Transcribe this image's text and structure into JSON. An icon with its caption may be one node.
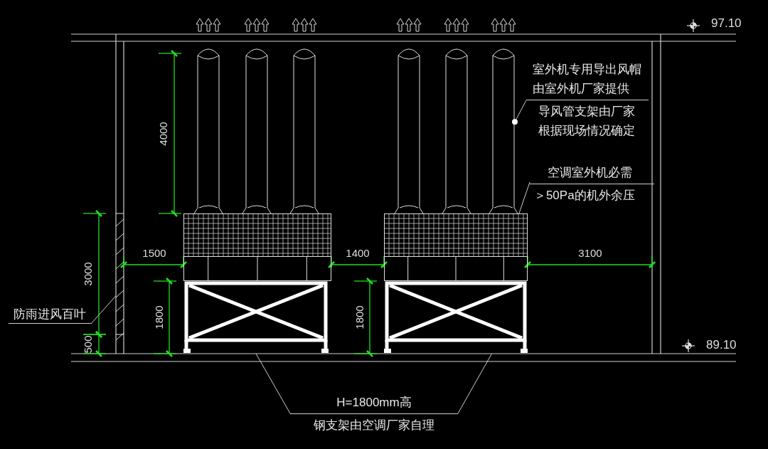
{
  "diagram": {
    "nodes": [
      {
        "text": [
          "防雨进风百叶"
        ]
      },
      {
        "text": [],
        "shape": "bar"
      },
      {
        "text": [
          "室外机专用导出风帽由室外机厂家提供",
          "导风管支架由厂家根据现场情况确定"
        ]
      },
      {
        "text": [
          "空调室外机必需",
          "＞50Pa的机外余压"
        ]
      },
      {
        "text": [
          "H=1800mm高",
          "钢支架由空调厂家自理"
        ]
      },
      {
        "text": [],
        "shape": "cylinder"
      },
      {
        "text": [],
        "shape": "cylinder"
      },
      {
        "text": [],
        "shape": "cylinder"
      },
      {
        "text": [],
        "shape": "cylinder"
      },
      {
        "text": [],
        "shape": "cylinder"
      },
      {
        "text": [],
        "shape": "cylinder"
      },
      {
        "text": [],
        "shape": "box"
      },
      {
        "text": [],
        "shape": "box"
      },
      {
        "text": [],
        "shape": "box"
      },
      {
        "text": [],
        "shape": "box"
      }
    ],
    "edges": [
      {
        "from": 0,
        "to": 1,
        "arrow": "none"
      },
      {
        "from": 2,
        "to": 10,
        "arrow": "other"
      },
      {
        "from": 3,
        "to": 12,
        "arrow": "none"
      },
      {
        "from": 4,
        "to": 13,
        "arrow": "none"
      },
      {
        "from": 4,
        "to": 14,
        "arrow": "none"
      }
    ],
    "labels": [
      "97.10",
      "4000",
      "1500",
      "1400",
      "3100",
      "3000",
      "1800",
      "1800",
      "500",
      "89.10"
    ]
  }
}
